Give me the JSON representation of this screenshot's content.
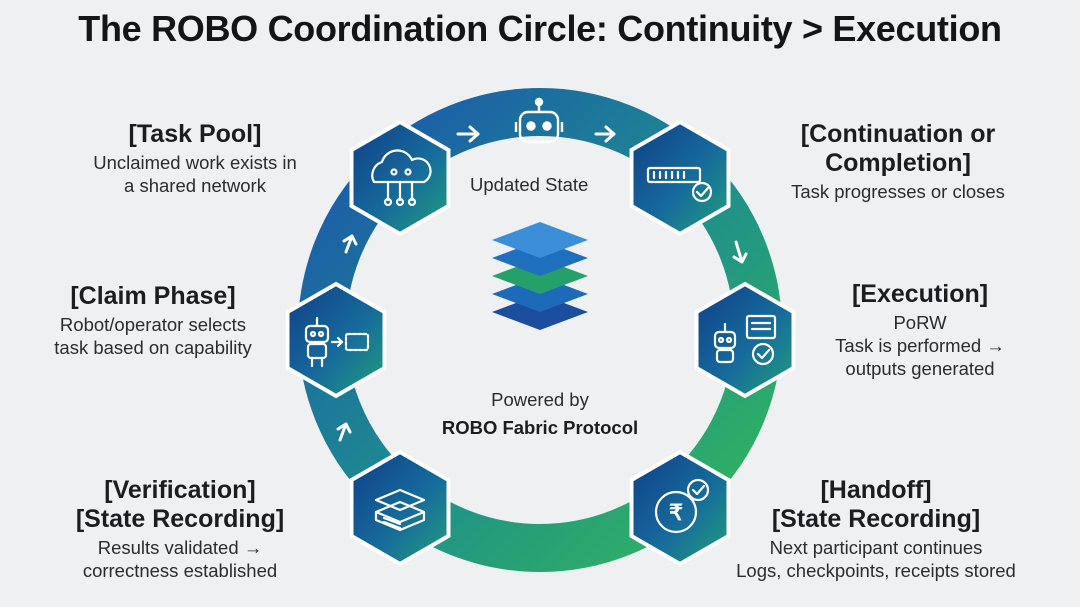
{
  "title": "The ROBO Coordination Circle: Continuity > Execution",
  "top_label": "Updated State",
  "center": {
    "line1": "Powered by",
    "line2": "ROBO Fabric Protocol"
  },
  "stages": {
    "task_pool": {
      "heading": "[Task Pool]",
      "desc": [
        "Unclaimed work exists in",
        "a shared network"
      ],
      "icon": "cloud-network-icon"
    },
    "claim": {
      "heading": "[Claim Phase]",
      "desc": [
        "Robot/operator selects",
        "task based on capability"
      ],
      "icon": "robot-select-icon"
    },
    "verification": {
      "heading": [
        "[Verification]",
        "[State Recording]"
      ],
      "desc": [
        "Results validated →",
        "correctness established"
      ],
      "icon": "ledger-stack-icon"
    },
    "handoff": {
      "heading": [
        "[Handoff]",
        "[State Recording]"
      ],
      "desc": [
        "Next participant continues",
        "Logs, checkpoints, receipts stored"
      ],
      "icon": "token-gear-icon"
    },
    "execution": {
      "heading": "[Execution]",
      "desc": [
        "PoRW",
        "Task is performed →",
        "outputs generated"
      ],
      "icon": "robot-task-icon"
    },
    "continuation": {
      "heading": [
        "[Continuation or",
        "Completion]"
      ],
      "desc": [
        "Task progresses or closes"
      ],
      "icon": "progress-bar-icon"
    }
  },
  "colors": {
    "blue": "#1a5fb0",
    "teal": "#1f8f86",
    "green": "#2fb35a",
    "dark_blue": "#123d7a",
    "background": "#eef0f2"
  }
}
